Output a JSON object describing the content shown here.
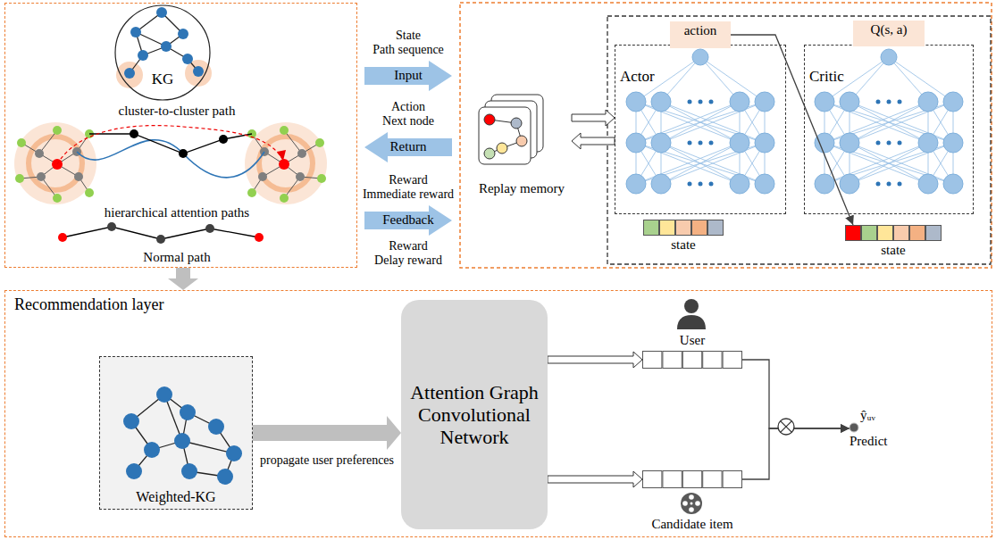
{
  "diagram": {
    "nodes": [
      {
        "text": [
          "cluster-to-cluster path",
          "hierarchical attention paths",
          "Normal path"
        ]
      },
      {
        "text": [
          "KG"
        ],
        "in": 0
      },
      {
        "text": [
          "State",
          "Path sequence",
          "Input"
        ]
      },
      {
        "text": [
          "Action",
          "Next node",
          "Return"
        ]
      },
      {
        "text": [
          "Reward",
          "Immediate reward",
          "Feedback",
          "Reward",
          "Delay reward"
        ]
      },
      {
        "text": [
          "Replay memory"
        ]
      },
      {
        "text": [
          "Actor"
        ]
      },
      {
        "text": [
          "action"
        ]
      },
      {
        "text": [
          "state"
        ]
      },
      {
        "text": [
          "Critic"
        ]
      },
      {
        "text": [
          "Q(s, a)"
        ]
      },
      {
        "text": [
          "state"
        ]
      },
      {
        "text": [
          "Recommendation layer"
        ]
      },
      {
        "text": [
          "Weighted-KG"
        ],
        "in": 12
      },
      {
        "text": [
          "Attention Graph Convolutional Network"
        ],
        "in": 12
      },
      {
        "text": [
          "User"
        ],
        "in": 12
      },
      {
        "text": [
          "Candidate item"
        ],
        "in": 12
      },
      {
        "text": [
          "ŷᵤᵥ",
          "Predict"
        ],
        "in": 12
      }
    ],
    "edges": [
      {
        "from": 0,
        "to": 12,
        "arrow": "to"
      },
      {
        "from": 5,
        "to": 6,
        "arrow": "to"
      },
      {
        "from": 6,
        "to": 5,
        "arrow": "to"
      },
      {
        "from": 7,
        "to": 11,
        "arrow": "to"
      },
      {
        "from": 13,
        "to": 14,
        "label": "propagate user preferences",
        "arrow": "to"
      },
      {
        "from": 14,
        "to": 15,
        "arrow": "to"
      },
      {
        "from": 14,
        "to": 16,
        "arrow": "to"
      },
      {
        "from": 15,
        "to": 17,
        "arrow": "to"
      },
      {
        "from": 16,
        "to": 17,
        "arrow": "to"
      }
    ]
  }
}
